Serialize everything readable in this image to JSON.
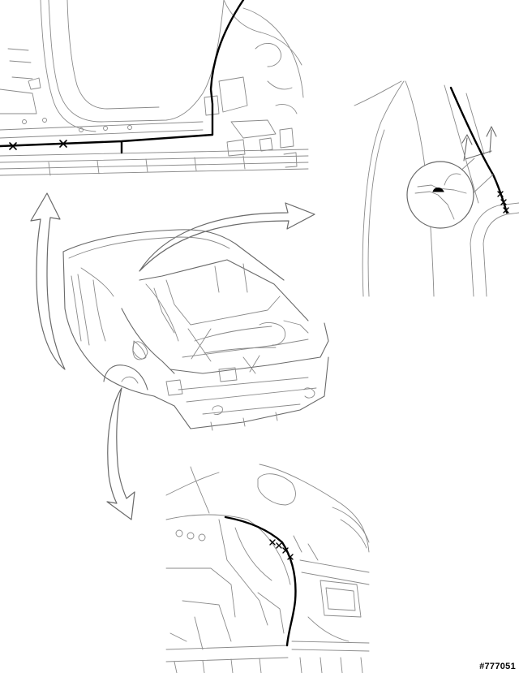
{
  "diagram": {
    "code": "#777051",
    "line_color": "#000000",
    "sketch_color": "#8a8a8a"
  },
  "icons": {
    "main_view": "car-body-rear-view",
    "arrows": [
      "arrow-up-icon",
      "arrow-right-icon",
      "arrow-down-icon"
    ],
    "detail_panels": [
      "rocker-panel-detail",
      "roof-pillar-detail",
      "rear-quarter-detail"
    ]
  }
}
